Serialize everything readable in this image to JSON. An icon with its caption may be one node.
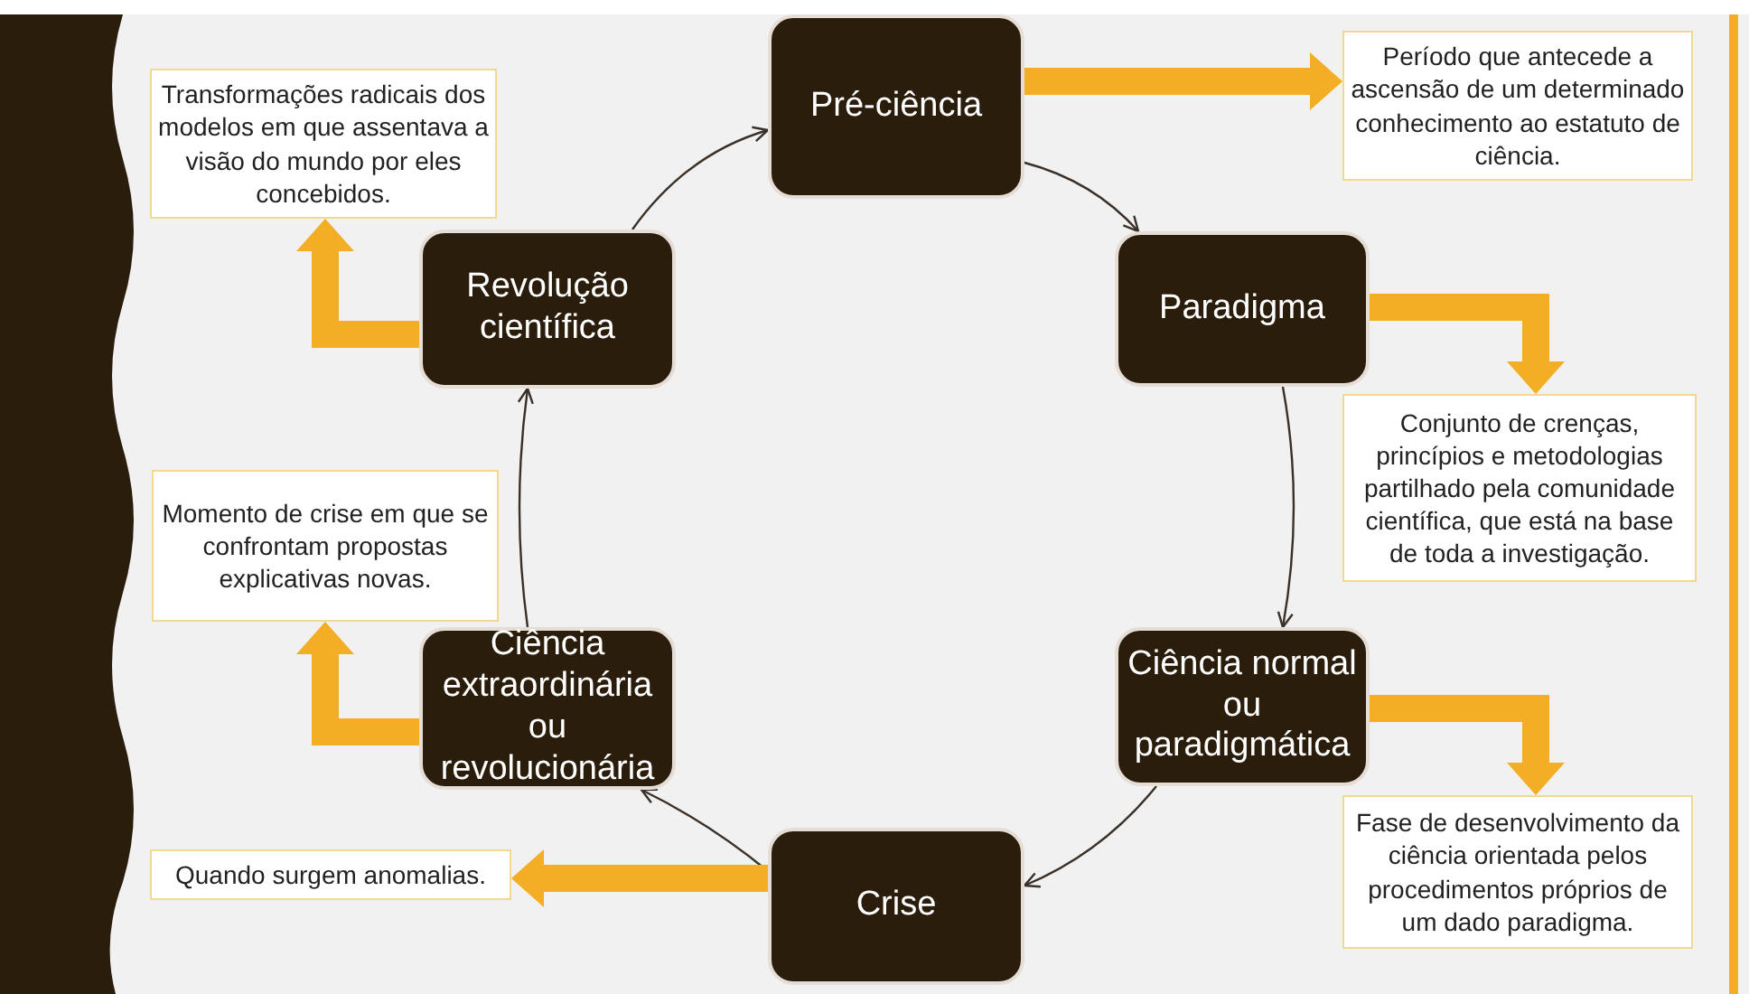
{
  "diagram": {
    "nodes": [
      {
        "text": [
          "Pré-ciência"
        ]
      },
      {
        "text": [
          "Período que antecede a ascensão de um determinado conhecimento ao estatuto de ciência."
        ]
      },
      {
        "text": [
          "Transformações radicais dos modelos em que assentava a visão do mundo por eles concebidos."
        ]
      },
      {
        "text": [
          "Revolução científica"
        ]
      },
      {
        "text": [
          "Paradigma"
        ]
      },
      {
        "text": [
          "Conjunto de crenças, princípios e metodologias partilhado pela comunidade científica, que está na base de toda a investigação."
        ]
      },
      {
        "text": [
          "Momento de crise em que se confrontam propostas explicativas novas."
        ]
      },
      {
        "text": [
          "Ciência extraordinária ou revolucionária"
        ]
      },
      {
        "text": [
          "Ciência normal ou paradigmática"
        ]
      },
      {
        "text": [
          "Fase de desenvolvimento da ciência orientada pelos procedimentos próprios de um dado paradigma."
        ]
      },
      {
        "text": [
          "Quando surgem anomalias."
        ]
      },
      {
        "text": [
          "Crise"
        ]
      }
    ],
    "edges": [
      {
        "from": 3,
        "to": 0,
        "arrow": "to"
      },
      {
        "from": 0,
        "to": 4,
        "arrow": "to"
      },
      {
        "from": 4,
        "to": 8,
        "arrow": "to"
      },
      {
        "from": 8,
        "to": 11,
        "arrow": "to"
      },
      {
        "from": 11,
        "to": 7,
        "arrow": "to"
      },
      {
        "from": 7,
        "to": 3,
        "arrow": "to"
      },
      {
        "from": 0,
        "to": 1,
        "arrow": "to",
        "style": "thick",
        "color": "#f4ae26"
      },
      {
        "from": 4,
        "to": 5,
        "arrow": "to",
        "style": "thick",
        "color": "#f4ae26"
      },
      {
        "from": 8,
        "to": 9,
        "arrow": "to",
        "style": "thick",
        "color": "#f4ae26"
      },
      {
        "from": 11,
        "to": 10,
        "arrow": "to",
        "style": "thick",
        "color": "#f4ae26"
      },
      {
        "from": 7,
        "to": 6,
        "arrow": "to",
        "style": "thick",
        "color": "#f4ae26"
      },
      {
        "from": 3,
        "to": 2,
        "arrow": "to",
        "style": "thick",
        "color": "#f4ae26"
      }
    ]
  }
}
